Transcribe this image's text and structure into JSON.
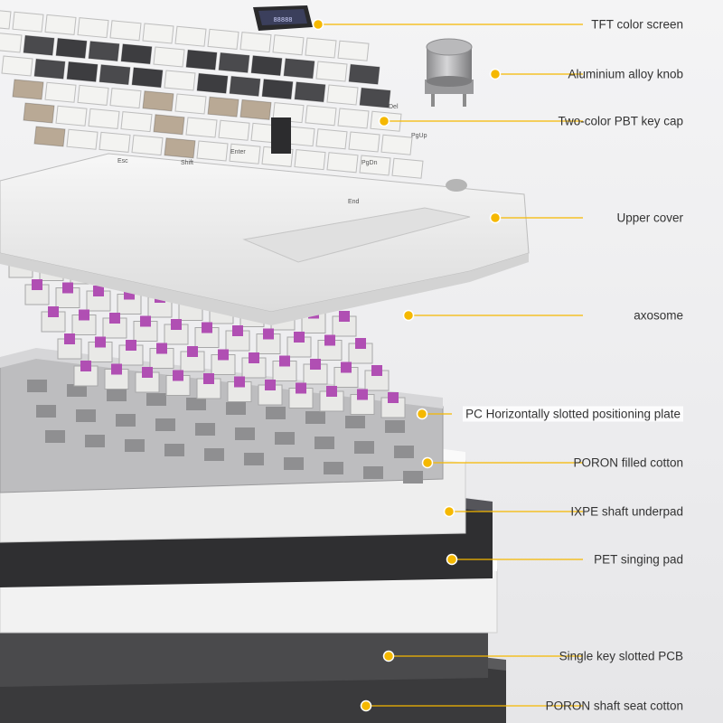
{
  "accent_color": "#f5b800",
  "callouts": [
    {
      "id": "tft-screen",
      "label": "TFT color screen"
    },
    {
      "id": "knob",
      "label": "Aluminium alloy knob"
    },
    {
      "id": "keycap",
      "label": "Two-color PBT key cap"
    },
    {
      "id": "upper-cover",
      "label": "Upper cover"
    },
    {
      "id": "axosome",
      "label": "axosome"
    },
    {
      "id": "positioning-plate",
      "label": "PC Horizontally slotted positioning plate"
    },
    {
      "id": "poron-filled-cotton",
      "label": "PORON filled cotton"
    },
    {
      "id": "ixpe-underpad",
      "label": "IXPE shaft underpad"
    },
    {
      "id": "pet-singing-pad",
      "label": "PET singing pad"
    },
    {
      "id": "pcb",
      "label": "Single key slotted PCB"
    },
    {
      "id": "poron-seat-cotton",
      "label": "PORON shaft seat cotton"
    }
  ],
  "keycap_legends": [
    "Enter",
    "Shift",
    "Del",
    "PgUp",
    "PgDn",
    "Esc",
    "End"
  ],
  "screen_text": "88888"
}
